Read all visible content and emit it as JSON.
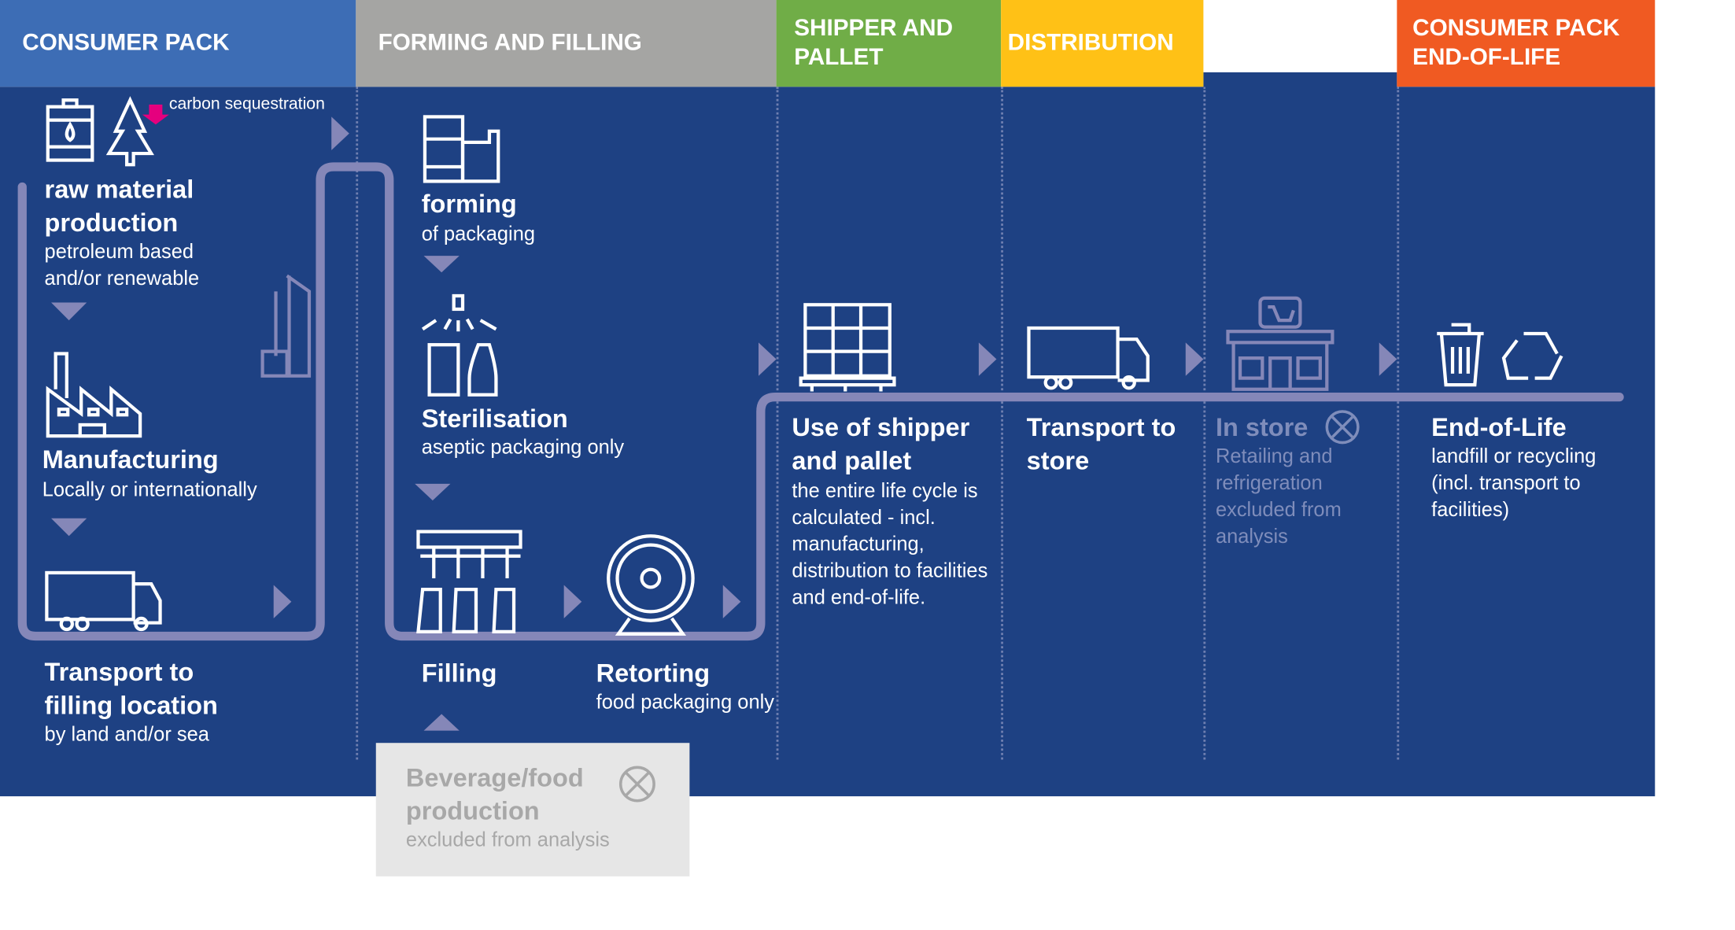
{
  "headers": {
    "consumer_pack": "CONSUMER PACK",
    "forming_filling": "FORMING AND FILLING",
    "shipper_pallet": "SHIPPER AND PALLET",
    "distribution": "DISTRIBUTION",
    "end_of_life": "CONSUMER PACK END-OF-LIFE"
  },
  "colors": {
    "consumer_pack": "#3d6db5",
    "forming_filling": "#a5a5a3",
    "shipper_pallet": "#70ad47",
    "distribution": "#ffc116",
    "end_of_life": "#f05a22",
    "body": "#1e4183",
    "track": "#8587b8"
  },
  "steps": {
    "carbon": "carbon sequestration",
    "raw_title": "raw material production",
    "raw_sub": "petroleum based and/or renewable",
    "manuf_title": "Manufacturing",
    "manuf_sub": "Locally or internationally",
    "transport_title": "Transport to filling location",
    "transport_sub": "by land and/or sea",
    "forming_title": "forming",
    "forming_sub": "of packaging",
    "steril_title": "Sterilisation",
    "steril_sub": "aseptic packaging only",
    "filling_title": "Filling",
    "retort_title": "Retorting",
    "retort_sub": "food packaging only",
    "bev_title": "Beverage/food production",
    "bev_sub": "excluded from analysis",
    "shipper_title": "Use of shipper and pallet",
    "shipper_sub": "the entire life cycle is calculated - incl. manufacturing, distribution to facilities and end-of-life.",
    "tstore_title": "Transport to store",
    "instore_title": "In store",
    "instore_sub": "Retailing and refrigeration excluded from analysis",
    "eol_title": "End-of-Life",
    "eol_sub": "landfill or recycling (incl. transport to facilities)"
  }
}
